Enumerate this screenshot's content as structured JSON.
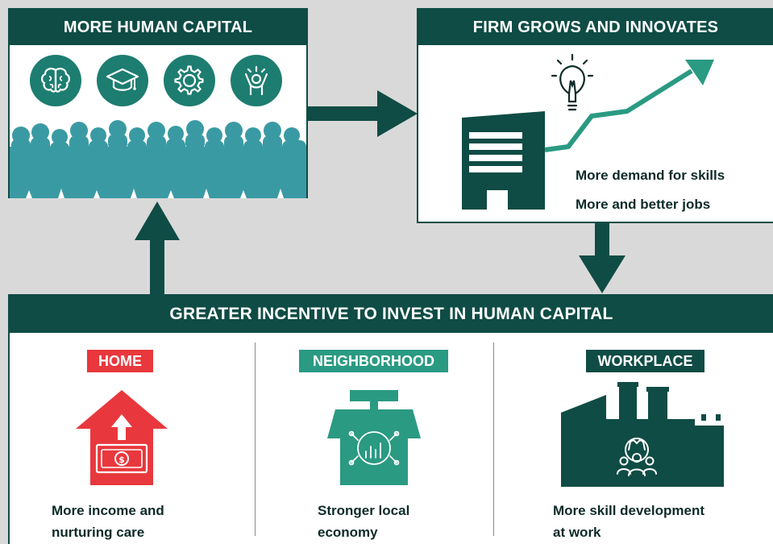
{
  "boxes": {
    "human_capital": {
      "title": "MORE HUMAN CAPITAL",
      "icons": [
        "brain-icon",
        "graduation-cap-icon",
        "gear-icon",
        "cheering-person-icon"
      ]
    },
    "firm": {
      "title": "FIRM GROWS AND INNOVATES",
      "lines": [
        "More demand for skills",
        "More and better jobs"
      ],
      "icons": [
        "lightbulb-icon",
        "building-icon",
        "trend-arrow-icon"
      ]
    },
    "incentive": {
      "title": "GREATER INCENTIVE TO INVEST IN HUMAN CAPITAL",
      "columns": [
        {
          "tag": "HOME",
          "tag_color": "#e8383d",
          "line1": "More income and",
          "line2": "nurturing care",
          "icon": "house-with-money-icon"
        },
        {
          "tag": "NEIGHBORHOOD",
          "tag_color": "#2a9a82",
          "line1": "Stronger local",
          "line2": "economy",
          "icon": "shop-with-growth-icon"
        },
        {
          "tag": "WORKPLACE",
          "tag_color": "#0f4c45",
          "line1": "More skill development",
          "line2": "at work",
          "icon": "factory-with-people-icon"
        }
      ]
    }
  },
  "colors": {
    "dark_green": "#0f4c45",
    "teal": "#1d7d70",
    "crowd": "#3a9aa3",
    "red": "#e8383d",
    "mid_green": "#2a9a82",
    "background": "#d9d9d9"
  }
}
